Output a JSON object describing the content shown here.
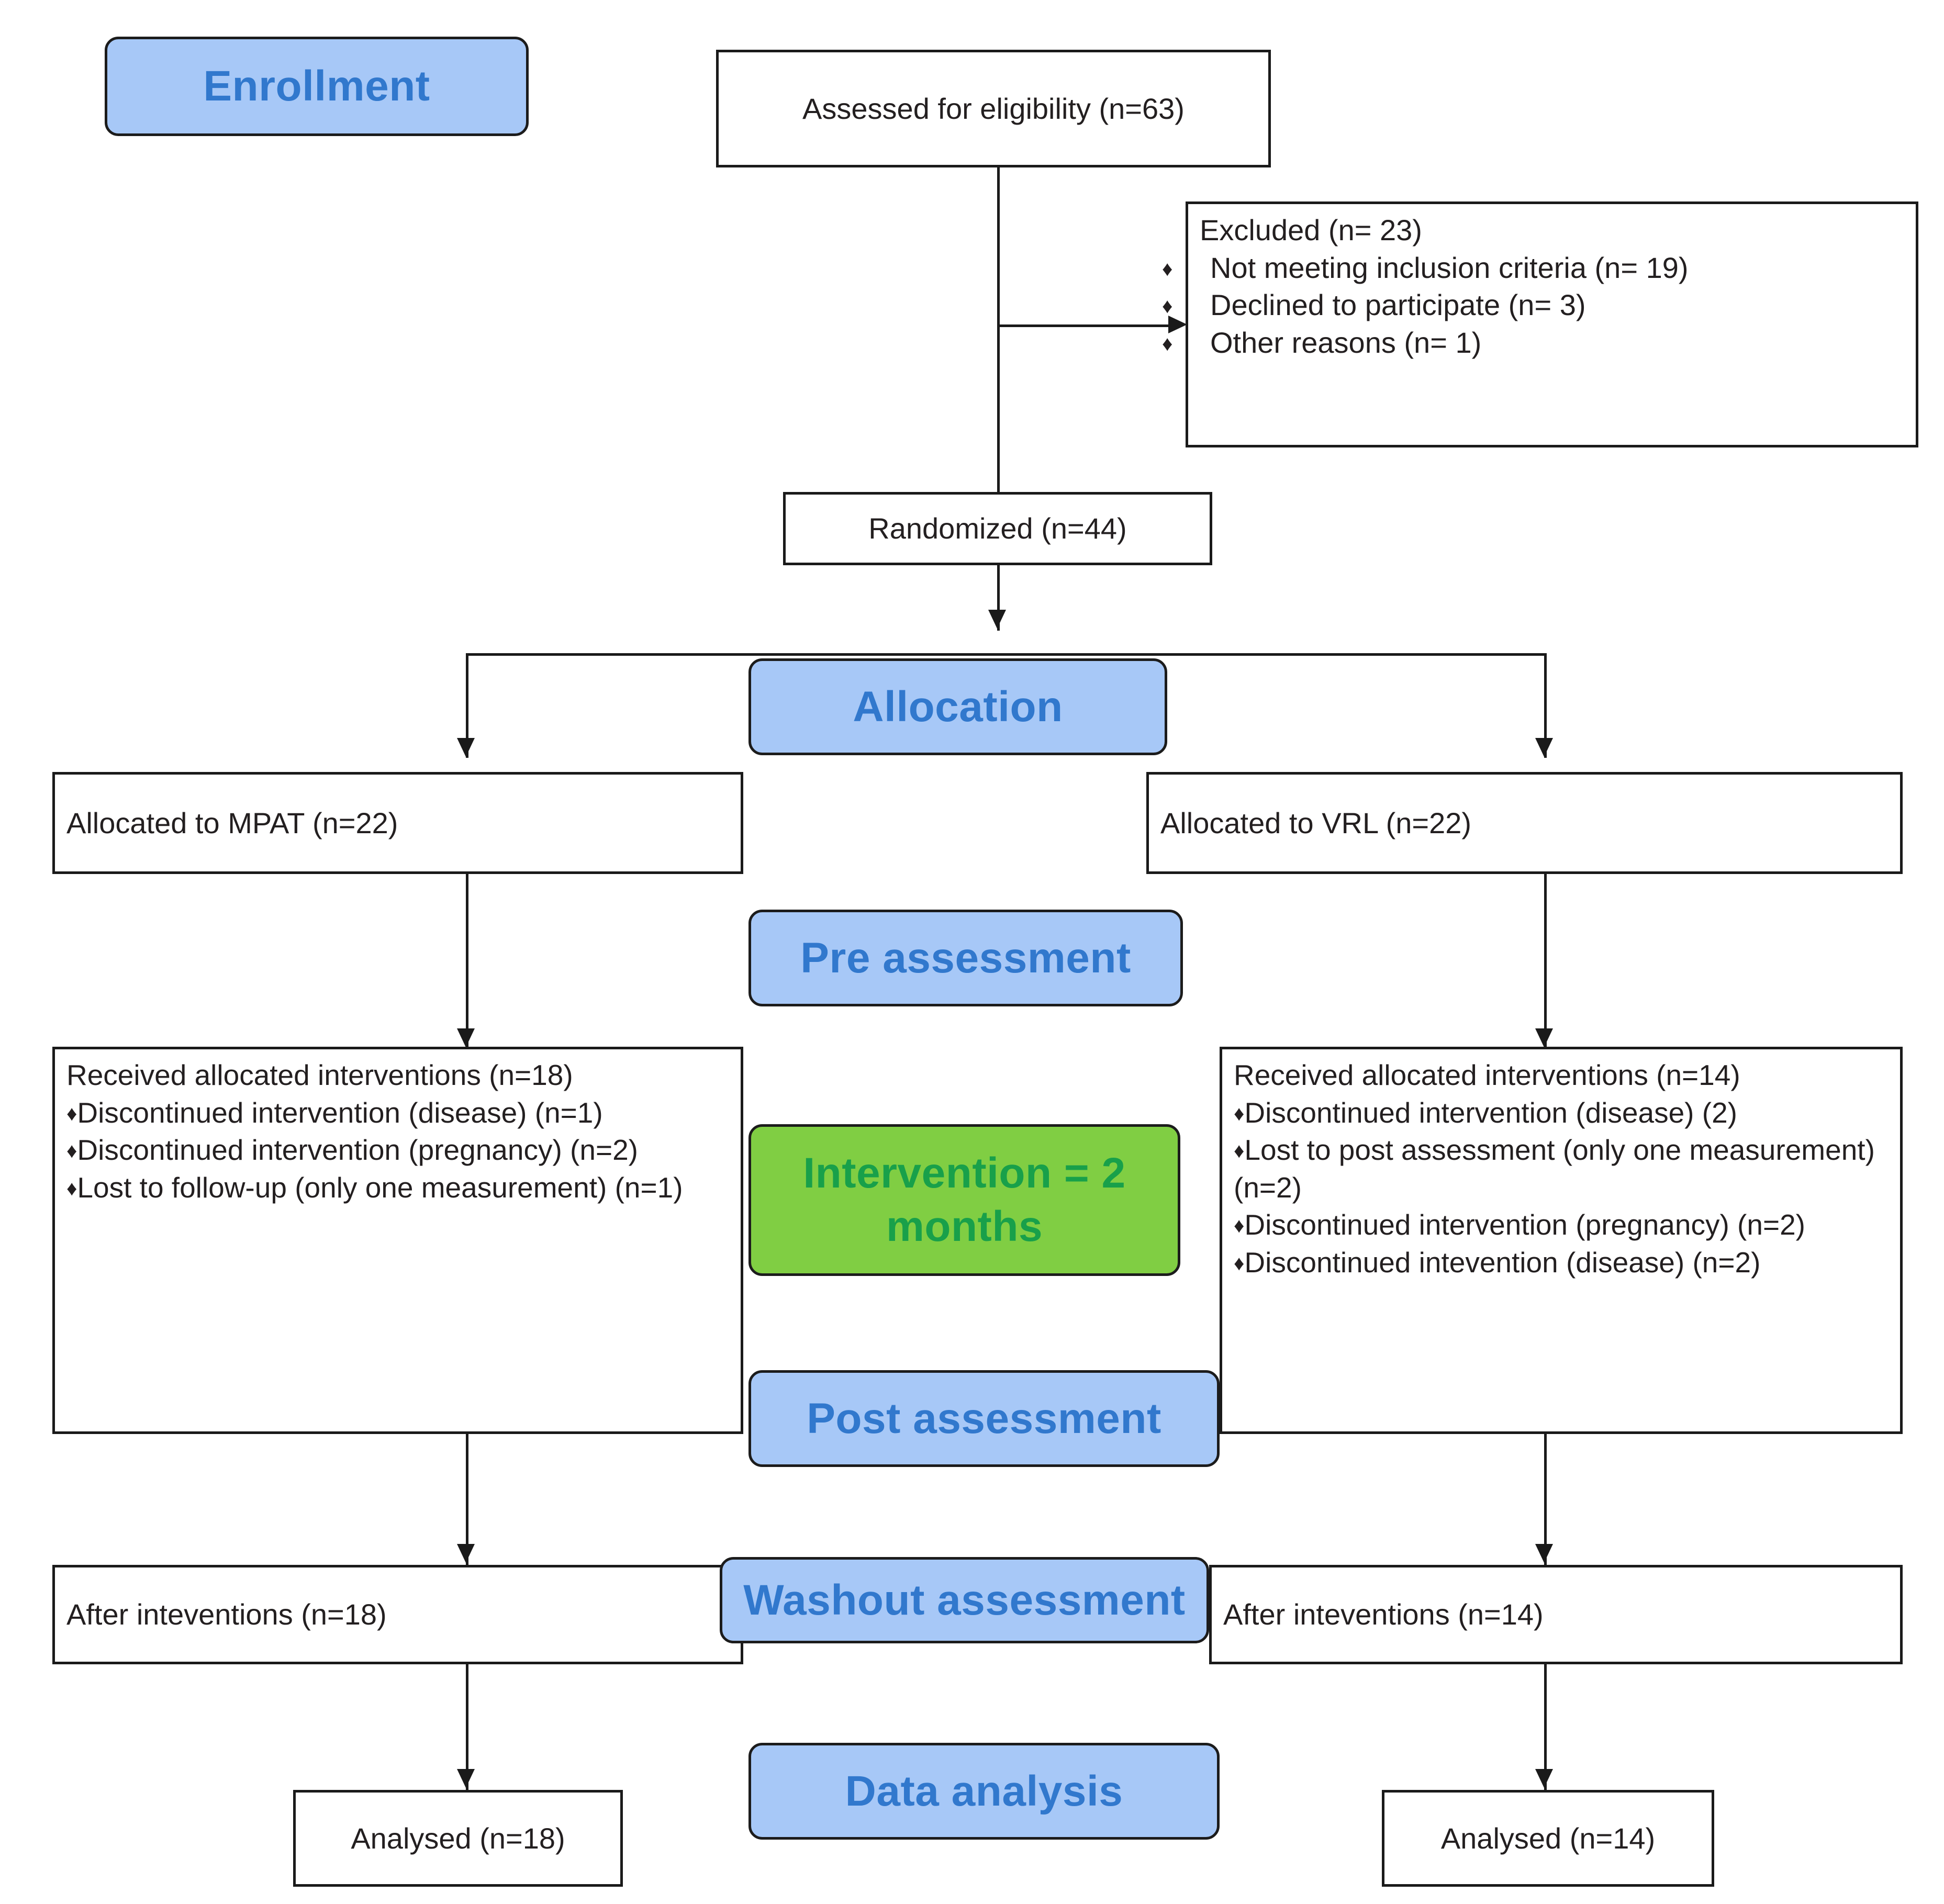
{
  "diagram": {
    "title": "CONSORT participant flow diagram",
    "colors": {
      "stage_badge_fill": "#a7c8f7",
      "stage_badge_text": "#3178cd",
      "intervention_badge_fill": "#80ce43",
      "intervention_badge_text": "#18a04a",
      "box_border": "#1a1a1a",
      "box_fill": "#ffffff",
      "body_text": "#231f20"
    }
  },
  "stages": {
    "enrollment": "Enrollment",
    "allocation": "Allocation",
    "pre_assessment": "Pre assessment",
    "intervention": "Intervention = 2 months",
    "post_assessment": "Post assessment",
    "washout_assessment": "Washout assessment",
    "data_analysis": "Data analysis"
  },
  "nodes": {
    "assessed": "Assessed for eligibility (n=63)",
    "excluded_title": "Excluded  (n= 23)",
    "excluded_items": [
      "Not meeting inclusion criteria (n= 19)",
      "Declined to participate (n= 3)",
      "Other reasons (n= 1)"
    ],
    "randomized": "Randomized (n=44)",
    "allocated_left": "Allocated to MPAT (n=22)",
    "allocated_right": "Allocated to VRL (n=22)",
    "received_left_title": "Received allocated interventions (n=18)",
    "received_left_items": [
      "Discontinued intervention (disease) (n=1)",
      "Discontinued intervention (pregnancy) (n=2)",
      "Lost to follow-up (only one measurement) (n=1)"
    ],
    "received_right_title": "Received allocated interventions (n=14)",
    "received_right_items": [
      "Discontinued intervention (disease) (2)",
      "Lost to post assessment (only one measurement) (n=2)",
      "Discontinued intervention (pregnancy) (n=2)",
      "Discontinued intevention (disease) (n=2)"
    ],
    "after_left": "After inteventions (n=18)",
    "after_right": "After inteventions (n=14)",
    "analysed_left": "Analysed (n=18)",
    "analysed_right": "Analysed (n=14)"
  },
  "glyphs": {
    "diamond_bullet": "♦"
  }
}
